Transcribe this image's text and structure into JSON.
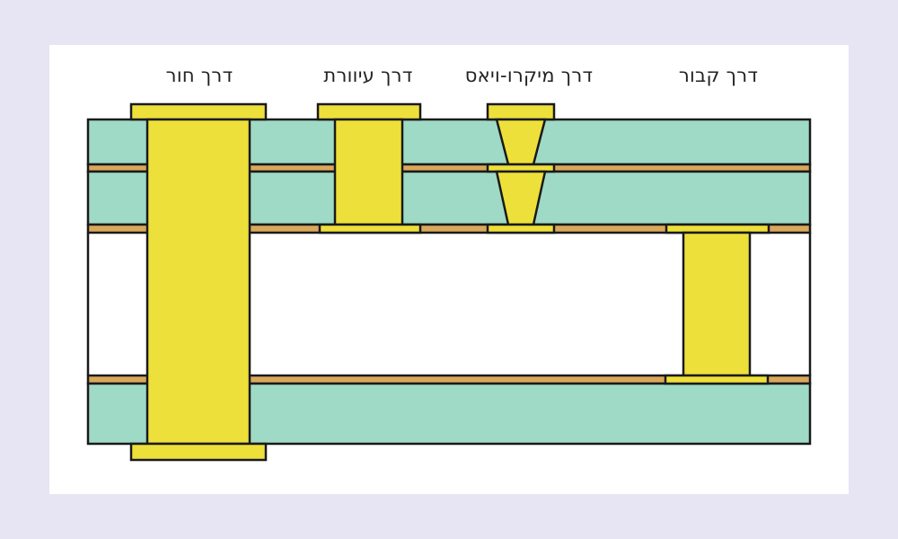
{
  "colors": {
    "background": "#e7e5f3",
    "card": "#ffffff",
    "dielectric": "#9edac6",
    "copper_layer": "#d9a85a",
    "via_fill": "#eee03a",
    "outline": "#1a1a1a"
  },
  "labels": {
    "through_hole_via": "דרך חור",
    "blind_via": "דרך עיוורת",
    "micro_via": "דרך מיקרו-ויאס",
    "buried_via": "דרך קבור"
  },
  "diagram": {
    "type": "pcb-cross-section",
    "layers": [
      {
        "name": "dielectric-top",
        "kind": "dielectric"
      },
      {
        "name": "copper-1",
        "kind": "copper"
      },
      {
        "name": "dielectric-2",
        "kind": "dielectric"
      },
      {
        "name": "copper-2",
        "kind": "copper"
      },
      {
        "name": "core",
        "kind": "core"
      },
      {
        "name": "copper-3",
        "kind": "copper"
      },
      {
        "name": "dielectric-bottom",
        "kind": "dielectric"
      }
    ],
    "vias": [
      "through_hole_via",
      "blind_via",
      "micro_via",
      "buried_via"
    ]
  }
}
